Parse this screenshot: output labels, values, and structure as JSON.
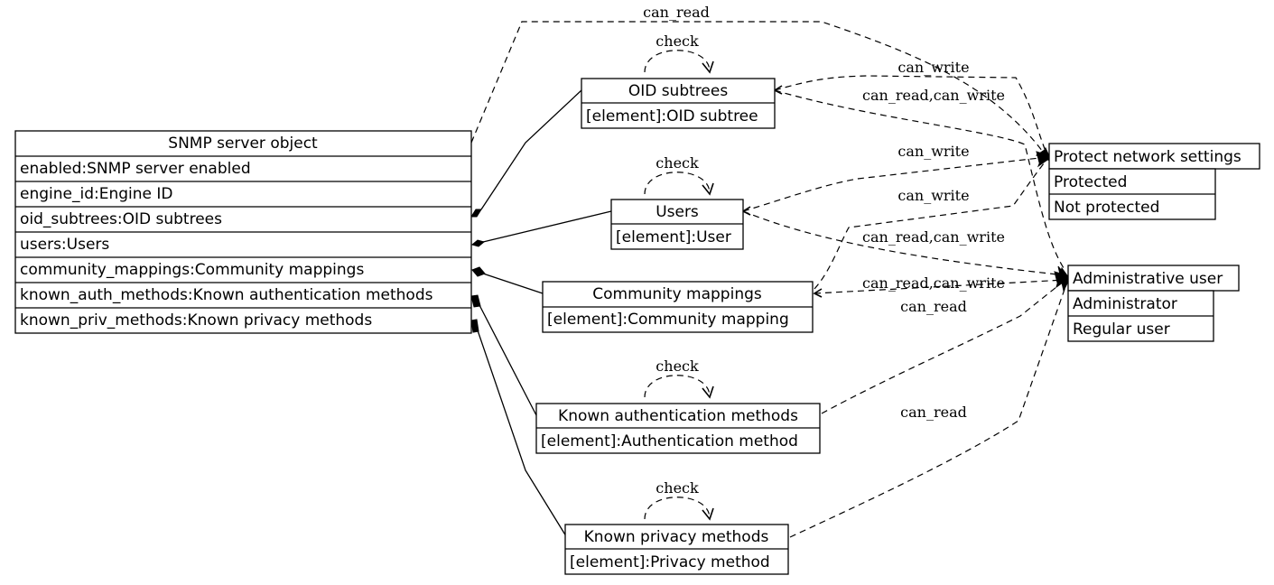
{
  "nodes": {
    "snmp_server": {
      "title": "SNMP server object",
      "fields": [
        "enabled:SNMP server enabled",
        "engine_id:Engine ID",
        "oid_subtrees:OID subtrees",
        "users:Users",
        "community_mappings:Community mappings",
        "known_auth_methods:Known authentication methods",
        "known_priv_methods:Known privacy methods"
      ]
    },
    "oid_subtrees": {
      "title": "OID subtrees",
      "fields": [
        "[element]:OID subtree"
      ]
    },
    "users": {
      "title": "Users",
      "fields": [
        "[element]:User"
      ]
    },
    "community_mappings": {
      "title": "Community mappings",
      "fields": [
        "[element]:Community mapping"
      ]
    },
    "known_auth_methods": {
      "title": "Known authentication methods",
      "fields": [
        "[element]:Authentication method"
      ]
    },
    "known_priv_methods": {
      "title": "Known privacy methods",
      "fields": [
        "[element]:Privacy method"
      ]
    },
    "protect_network_settings": {
      "title": "Protect network settings",
      "fields": [
        "Protected",
        "Not protected"
      ]
    },
    "administrative_user": {
      "title": "Administrative user",
      "fields": [
        "Administrator",
        "Regular user"
      ]
    }
  },
  "edge_labels": {
    "server_can_read": "can_read",
    "oid_check": "check",
    "oid_can_write": "can_write",
    "oid_can_read_write": "can_read,can_write",
    "users_check": "check",
    "users_can_write": "can_write",
    "community_can_write": "can_write",
    "users_can_read_write": "can_read,can_write",
    "community_can_read_write": "can_read,can_write",
    "community_can_read": "can_read",
    "auth_check": "check",
    "priv_check": "check",
    "priv_can_read": "can_read"
  }
}
